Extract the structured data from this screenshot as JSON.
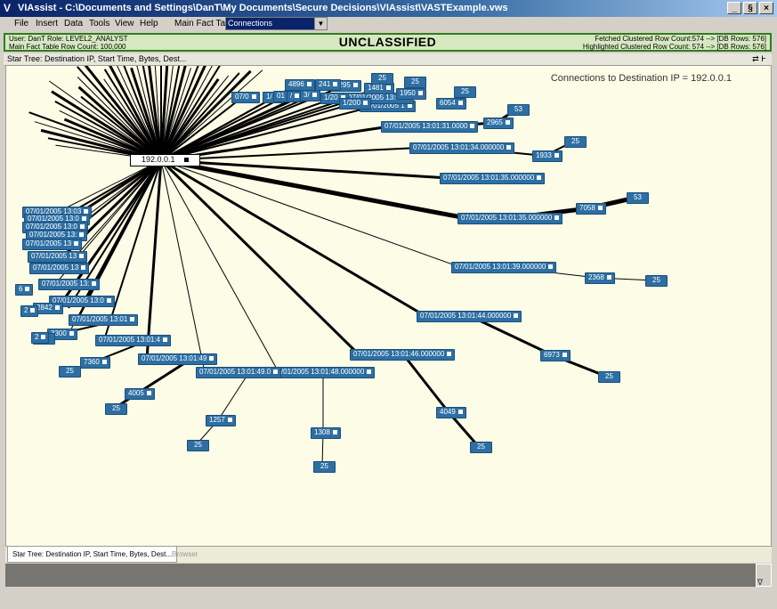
{
  "window": {
    "title": "VIAssist - C:\\Documents and Settings\\DanT\\My Documents\\Secure Decisions\\VIAssist\\VASTExample.vws",
    "minimize": "_",
    "restore": "§",
    "close": "×"
  },
  "menu": {
    "items": [
      "File",
      "Insert",
      "Data",
      "Tools",
      "View",
      "Help"
    ],
    "fact_table_label": "Main Fact Table:",
    "fact_table_value": "Connections"
  },
  "infobar": {
    "user_role": "User: DanT  Role: LEVEL2_ANALYST",
    "row_count": "Main Fact Table Row Count: 100,000",
    "classification": "UNCLASSIFIED",
    "fetched": "Fetched Clustered Row Count:574  -->  [DB Rows: 576]",
    "highlighted": "Highlighted Clustered Row Count: 574  -->  [DB Rows: 576]"
  },
  "panel": {
    "title": "Star Tree: Destination IP, Start Time, Bytes, Dest...",
    "controls": "⇄ Ͱ"
  },
  "viz": {
    "title": "Connections to Destination IP = 192.0.0.1",
    "root_label": "192.0.0.1",
    "colors": {
      "node_fill": "#2d6fa3",
      "background": "#fdfce6",
      "edge": "#000000"
    },
    "right_nodes": [
      {
        "label": "07/01/2005 13:01:31.0000",
        "mid": "2965",
        "leaf": "53"
      },
      {
        "label": "07/01/2005 13:01:34.000000",
        "mid": "1933",
        "leaf": "25"
      },
      {
        "label": "07/01/2005 13:01:35.000000",
        "mid": "",
        "leaf": ""
      },
      {
        "label": "07/01/2005 13:01:35.000000",
        "mid": "7058",
        "leaf": "53"
      },
      {
        "label": "07/01/2005 13:01:39.000000",
        "mid": "2368",
        "leaf": "25"
      },
      {
        "label": "07/01/2005 13:01:44.000000",
        "mid": "6973",
        "leaf": "25"
      },
      {
        "label": "07/01/2005 13:01:46.000000",
        "mid": "4049",
        "leaf": "25"
      },
      {
        "label": "07/01/2005 13:01:48.000000",
        "mid": "1308",
        "leaf": "25"
      },
      {
        "label": "07/01/2005 13:01:49.0",
        "mid": "1257",
        "leaf": "25"
      },
      {
        "label": "07/01/2005 13:01:49",
        "mid": "4005",
        "leaf": "25"
      },
      {
        "label": "07/01/2005 13:01:4",
        "mid": "7360",
        "leaf": "25"
      },
      {
        "label": "07/01/2005 13:01",
        "mid": "3300",
        "leaf": "25"
      }
    ],
    "top_nodes": [
      {
        "label": "07/01/2005 1",
        "mid": "6054",
        "leaf": "25"
      },
      {
        "label": "07/01/2005 13:01",
        "mid": "1950",
        "leaf": "25"
      },
      {
        "label": "1481",
        "mid": "",
        "leaf": "25"
      },
      {
        "label": "1295",
        "mid": "",
        "leaf": "25"
      },
      {
        "label": "4896",
        "mid": "",
        "leaf": ""
      },
      {
        "label": "241",
        "mid": "",
        "leaf": ""
      },
      {
        "label": "07/0",
        "mid": "",
        "leaf": ""
      },
      {
        "label": "1/",
        "mid": "",
        "leaf": ""
      },
      {
        "label": "01",
        "mid": "",
        "leaf": ""
      },
      {
        "label": "/",
        "mid": "",
        "leaf": ""
      },
      {
        "label": "3/",
        "mid": "",
        "leaf": ""
      },
      {
        "label": "1/20",
        "mid": "",
        "leaf": ""
      },
      {
        "label": "1/200",
        "mid": "",
        "leaf": ""
      }
    ],
    "left_nodes": [
      {
        "label": "07/01/2005 13:03"
      },
      {
        "label": "07/01/2005 13:0"
      },
      {
        "label": "07/01/2005 13:0"
      },
      {
        "label": "07/01/2005 13:"
      },
      {
        "label": "07/01/2005 13"
      },
      {
        "label": "07/01/2005 13"
      },
      {
        "label": "07/01/2005 13"
      },
      {
        "label": "07/01/2005 13:"
      },
      {
        "label": "07/01/2005 13:0"
      },
      {
        "label": "6"
      },
      {
        "label": "2842"
      },
      {
        "label": "2"
      },
      {
        "label": "2"
      }
    ]
  },
  "tabs": {
    "active": "Star Tree: Destination IP, Start Time, Bytes, Dest...",
    "inactive": "Browser"
  },
  "status": {
    "grip": "∇"
  }
}
